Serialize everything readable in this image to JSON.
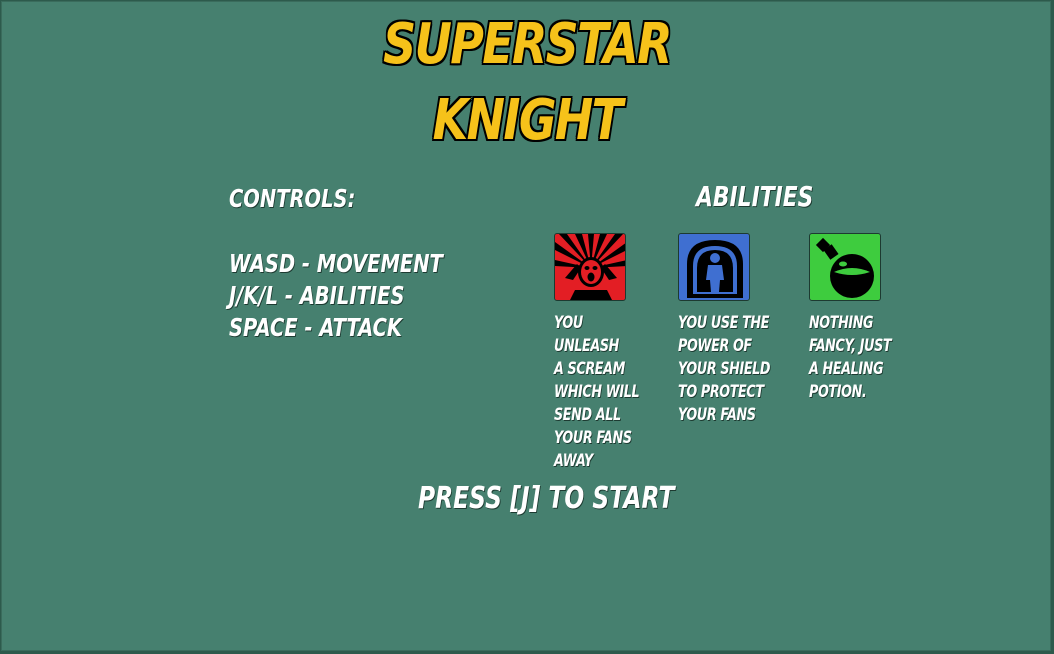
{
  "title": {
    "line1": "SUPERSTAR",
    "line2": "KNIGHT"
  },
  "controls": {
    "heading": "CONTROLS:",
    "lines": [
      "WASD - MOVEMENT",
      "J/K/L - ABILITIES",
      "SPACE - ATTACK"
    ]
  },
  "abilities": {
    "heading": "ABILITIES",
    "items": [
      {
        "icon": "scream-icon",
        "color": "#e31e24",
        "lines": [
          "YOU UNLEASH",
          "A SCREAM",
          "WHICH WILL",
          "SEND ALL",
          "YOUR FANS",
          "AWAY"
        ]
      },
      {
        "icon": "shield-icon",
        "color": "#3f6fd1",
        "lines": [
          "YOU USE THE",
          "POWER OF",
          "YOUR SHIELD",
          "TO PROTECT",
          "YOUR FANS"
        ]
      },
      {
        "icon": "potion-icon",
        "color": "#3ecc3e",
        "lines": [
          "NOTHING",
          "FANCY, JUST",
          "A HEALING",
          "POTION."
        ]
      }
    ]
  },
  "prompt": "PRESS [J] TO START",
  "colors": {
    "background": "#46806f",
    "title": "#f6c21a"
  }
}
